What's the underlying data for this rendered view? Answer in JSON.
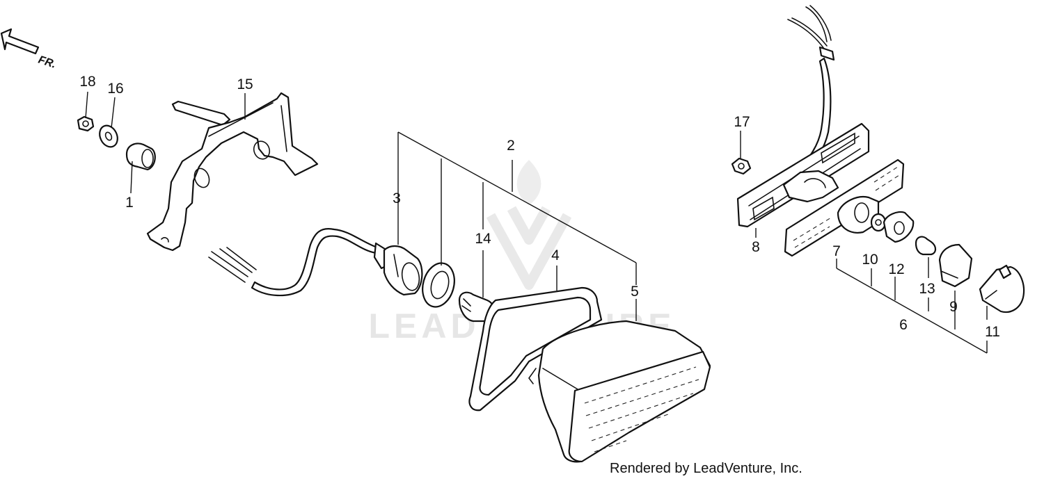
{
  "diagram": {
    "direction_label": "FR.",
    "watermark": "LEADVENTURE",
    "credit": "Rendered by LeadVenture, Inc.",
    "callouts": [
      {
        "id": "1",
        "label": "1"
      },
      {
        "id": "2",
        "label": "2"
      },
      {
        "id": "3",
        "label": "3"
      },
      {
        "id": "4",
        "label": "4"
      },
      {
        "id": "5",
        "label": "5"
      },
      {
        "id": "6",
        "label": "6"
      },
      {
        "id": "7",
        "label": "7"
      },
      {
        "id": "8",
        "label": "8"
      },
      {
        "id": "9",
        "label": "9"
      },
      {
        "id": "10",
        "label": "10"
      },
      {
        "id": "11",
        "label": "11"
      },
      {
        "id": "12",
        "label": "12"
      },
      {
        "id": "13",
        "label": "13"
      },
      {
        "id": "14",
        "label": "14"
      },
      {
        "id": "15",
        "label": "15"
      },
      {
        "id": "16",
        "label": "16"
      },
      {
        "id": "17",
        "label": "17"
      },
      {
        "id": "18",
        "label": "18"
      }
    ]
  }
}
